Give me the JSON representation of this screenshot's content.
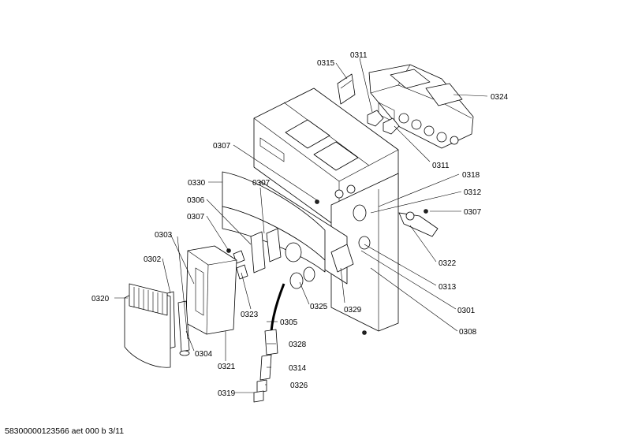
{
  "footer": "58300000123566 aet 000 b 3/11",
  "callouts": {
    "c0315": "0315",
    "c0311a": "0311",
    "c0324": "0324",
    "c0311b": "0311",
    "c0307a": "0307",
    "c0318": "0318",
    "c0330": "0330",
    "c0307b": "0307",
    "c0312": "0312",
    "c0306": "0306",
    "c0307c": "0307",
    "c0307d": "0307",
    "c0303": "0303",
    "c0322": "0322",
    "c0302": "0302",
    "c0313": "0313",
    "c0320": "0320",
    "c0325": "0325",
    "c0329": "0329",
    "c0301": "0301",
    "c0323": "0323",
    "c0305": "0305",
    "c0308": "0308",
    "c0304": "0304",
    "c0328": "0328",
    "c0321": "0321",
    "c0314": "0314",
    "c0319": "0319",
    "c0326": "0326"
  }
}
